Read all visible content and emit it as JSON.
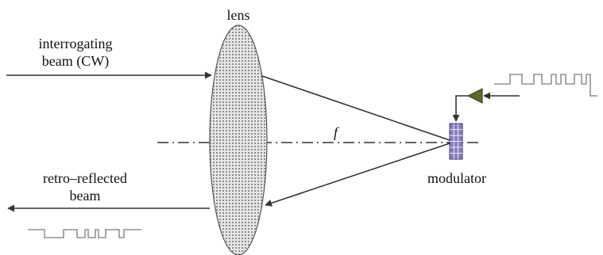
{
  "labels": {
    "lens": "lens",
    "input_beam_line1": "interrogating",
    "input_beam_line2": "beam (CW)",
    "focal_length": "f",
    "modulator": "modulator",
    "output_beam_line1": "retro–reflected",
    "output_beam_line2": "beam"
  },
  "colors": {
    "lines": "#333333",
    "lens_fill": "#d8d8d8",
    "modulator_fill": "#8a7cc4",
    "amplifier_fill": "#5a6b2a",
    "signal_wave": "#7a7a7a"
  },
  "icons": {
    "lens": "biconvex-lens-icon",
    "modulator": "modulator-array-icon",
    "driver": "triangle-amplifier-icon",
    "signal": "square-wave-icon"
  }
}
